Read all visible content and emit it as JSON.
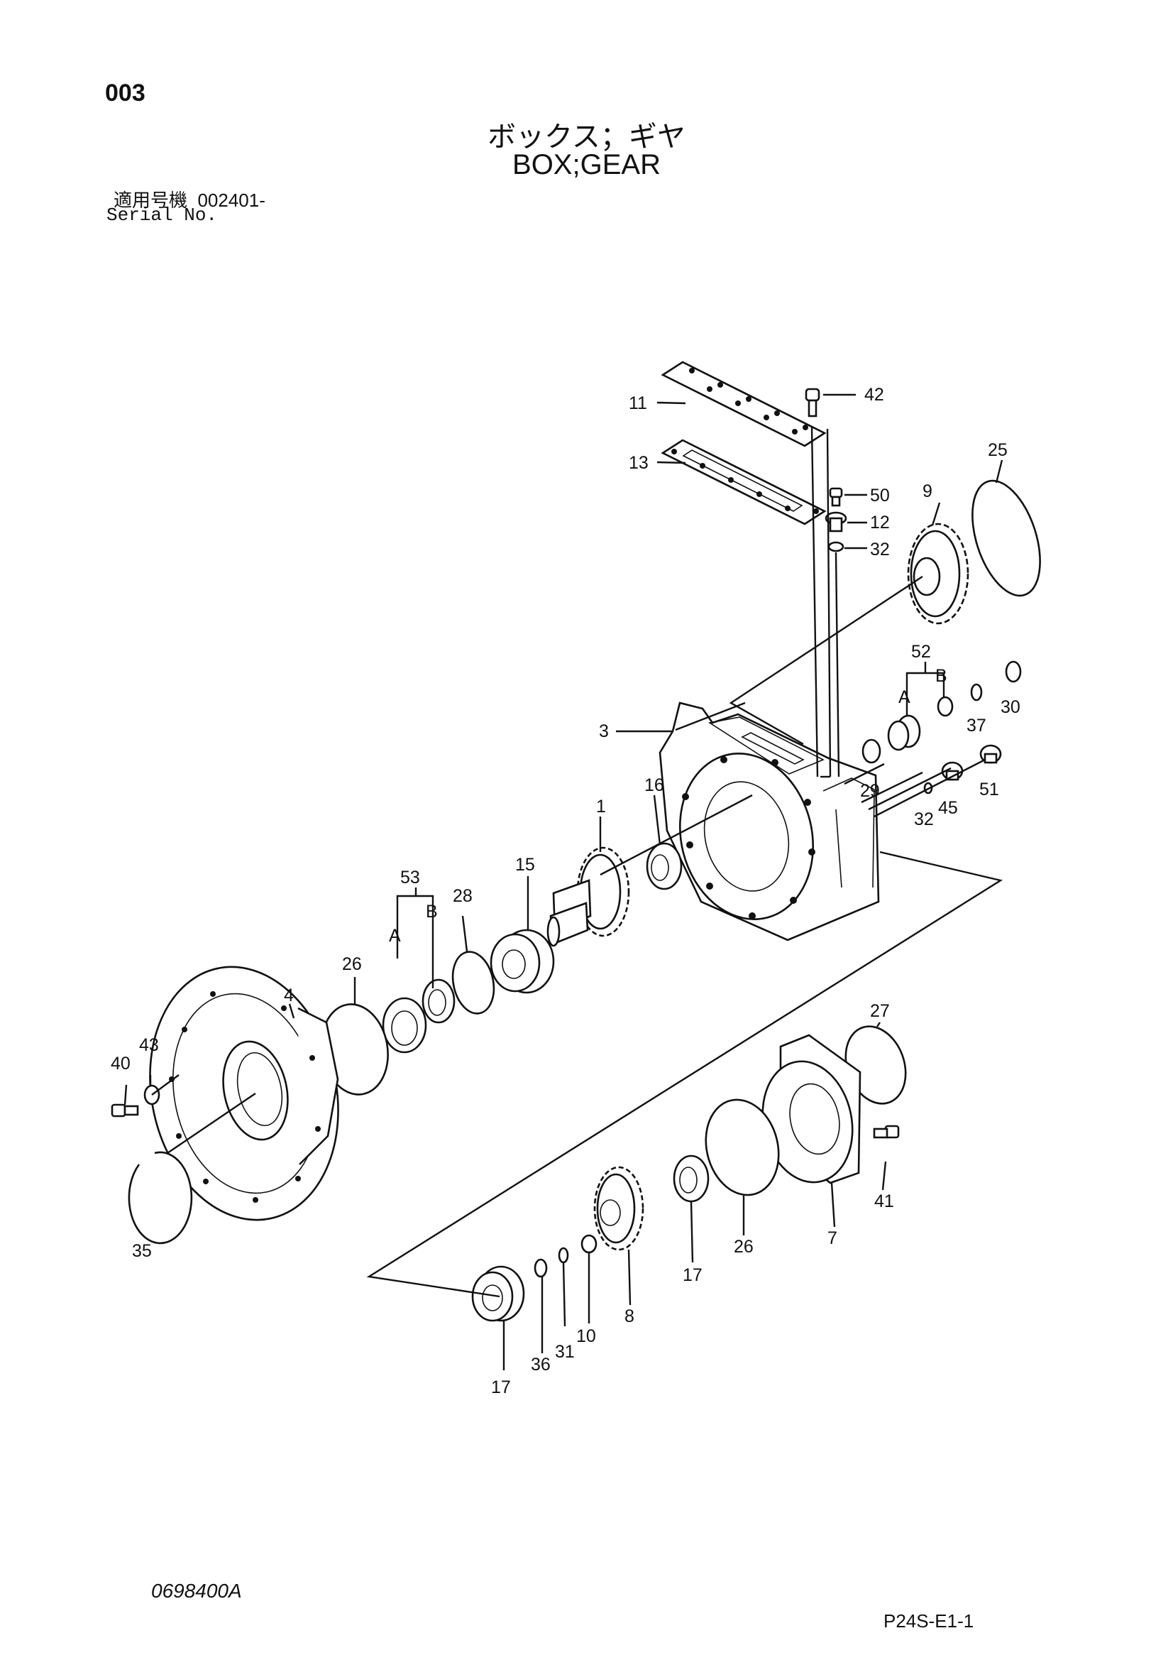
{
  "header": {
    "page_number": "003",
    "title_jp": "ボックス；ギヤ",
    "title_en": "BOX;GEAR",
    "serial_label_jp": "適用号機",
    "serial_value": "002401-",
    "serial_label_en": "Serial No."
  },
  "footer": {
    "left_code": "0698400A",
    "right_code": "P24S-E1-1"
  },
  "callouts": [
    "11",
    "42",
    "13",
    "50",
    "12",
    "32",
    "9",
    "25",
    "52",
    "B",
    "A",
    "30",
    "37",
    "3",
    "29",
    "51",
    "45",
    "32",
    "1",
    "16",
    "15",
    "53",
    "B",
    "28",
    "A",
    "26",
    "4",
    "43",
    "40",
    "27",
    "41",
    "7",
    "26",
    "17",
    "8",
    "10",
    "31",
    "36",
    "17",
    "35"
  ]
}
